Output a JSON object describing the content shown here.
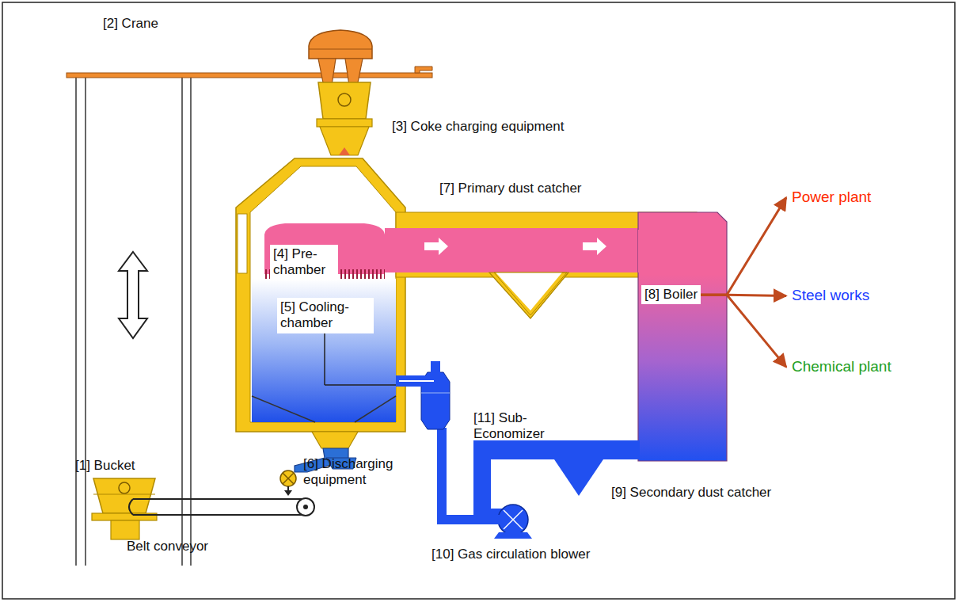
{
  "diagram": {
    "nodes": [
      {
        "text": [
          "[4] Pre- chamber"
        ]
      },
      {
        "text": [
          "[5] Cooling- chamber"
        ]
      },
      {
        "text": [
          "[8] Boiler"
        ]
      },
      {
        "text": [
          "Power plant"
        ]
      },
      {
        "text": [
          "Steel works"
        ]
      },
      {
        "text": [
          "Chemical plant"
        ]
      }
    ],
    "edges": [
      {
        "from": 2,
        "to": 3,
        "arrow": "to"
      },
      {
        "from": 2,
        "to": 4,
        "arrow": "to"
      },
      {
        "from": 2,
        "to": 5,
        "arrow": "to"
      }
    ],
    "labels": [
      "[2] Crane",
      "[3] Coke charging equipment",
      "[7] Primary dust catcher",
      "[1] Bucket",
      "[6] Discharging equipment",
      "[11] Sub- Economizer",
      "[9] Secondary dust catcher",
      "[10] Gas circulation blower",
      "Belt conveyor"
    ]
  }
}
